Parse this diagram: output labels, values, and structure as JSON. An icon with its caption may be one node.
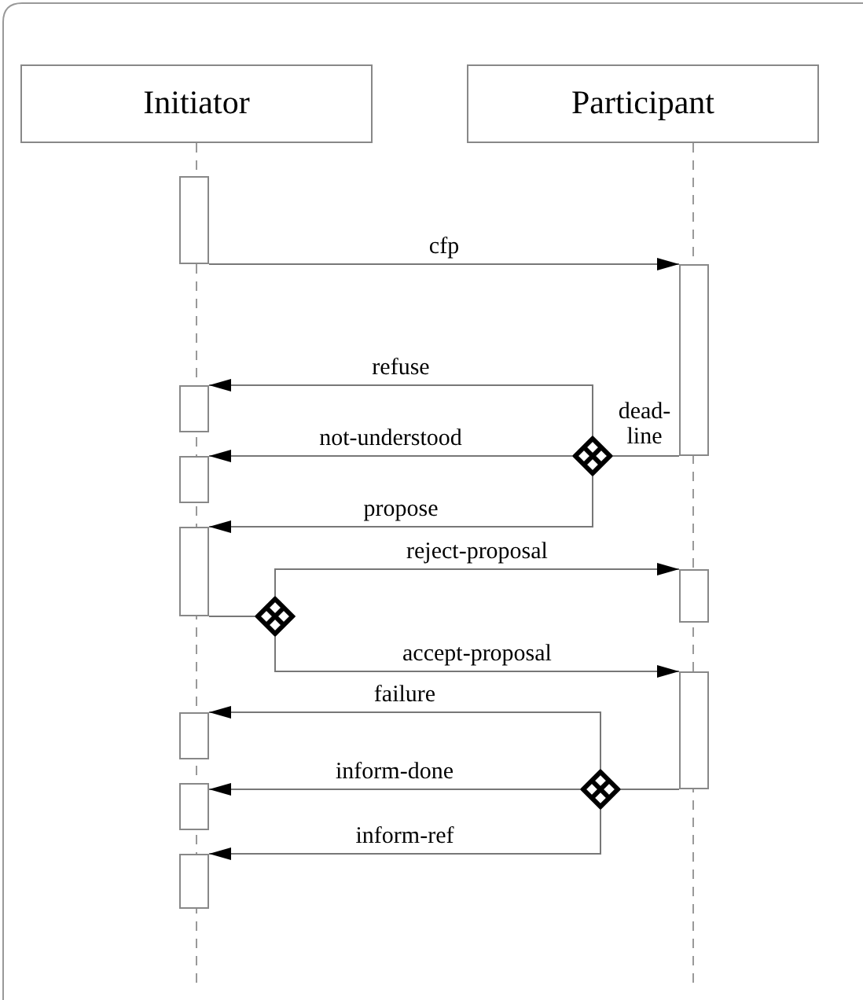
{
  "diagram": {
    "nodes": [
      {
        "text": [
          "Initiator"
        ]
      },
      {
        "text": [
          "Participant"
        ]
      },
      {
        "text": [],
        "shape": "bar"
      },
      {
        "text": [],
        "shape": "bar"
      },
      {
        "text": [],
        "shape": "bar"
      },
      {
        "text": [],
        "shape": "bar"
      },
      {
        "text": [],
        "shape": "diamond"
      },
      {
        "text": [],
        "shape": "bar"
      },
      {
        "text": [],
        "shape": "bar"
      },
      {
        "text": [],
        "shape": "diamond"
      },
      {
        "text": [],
        "shape": "bar"
      },
      {
        "text": [],
        "shape": "bar"
      },
      {
        "text": [],
        "shape": "bar"
      },
      {
        "text": [],
        "shape": "diamond"
      },
      {
        "text": [],
        "shape": "bar"
      }
    ],
    "edges": [
      {
        "from": 2,
        "to": 3,
        "label": "cfp",
        "arrow": "to"
      },
      {
        "from": 3,
        "to": 6,
        "arrow": "none"
      },
      {
        "from": 6,
        "to": 4,
        "label": "refuse",
        "arrow": "to"
      },
      {
        "from": 6,
        "to": 5,
        "label": "not-understood",
        "arrow": "to"
      },
      {
        "from": 6,
        "to": 7,
        "label": "propose",
        "arrow": "to"
      },
      {
        "from": 7,
        "to": 9,
        "arrow": "none"
      },
      {
        "from": 9,
        "to": 8,
        "label": "reject-proposal",
        "arrow": "to"
      },
      {
        "from": 9,
        "to": 10,
        "label": "accept-proposal",
        "arrow": "to"
      },
      {
        "from": 10,
        "to": 13,
        "arrow": "none"
      },
      {
        "from": 13,
        "to": 11,
        "label": "failure",
        "arrow": "to"
      },
      {
        "from": 13,
        "to": 12,
        "label": "inform-done",
        "arrow": "to"
      },
      {
        "from": 13,
        "to": 14,
        "label": "inform-ref",
        "arrow": "to"
      }
    ],
    "labels": [
      "dead-line"
    ]
  }
}
